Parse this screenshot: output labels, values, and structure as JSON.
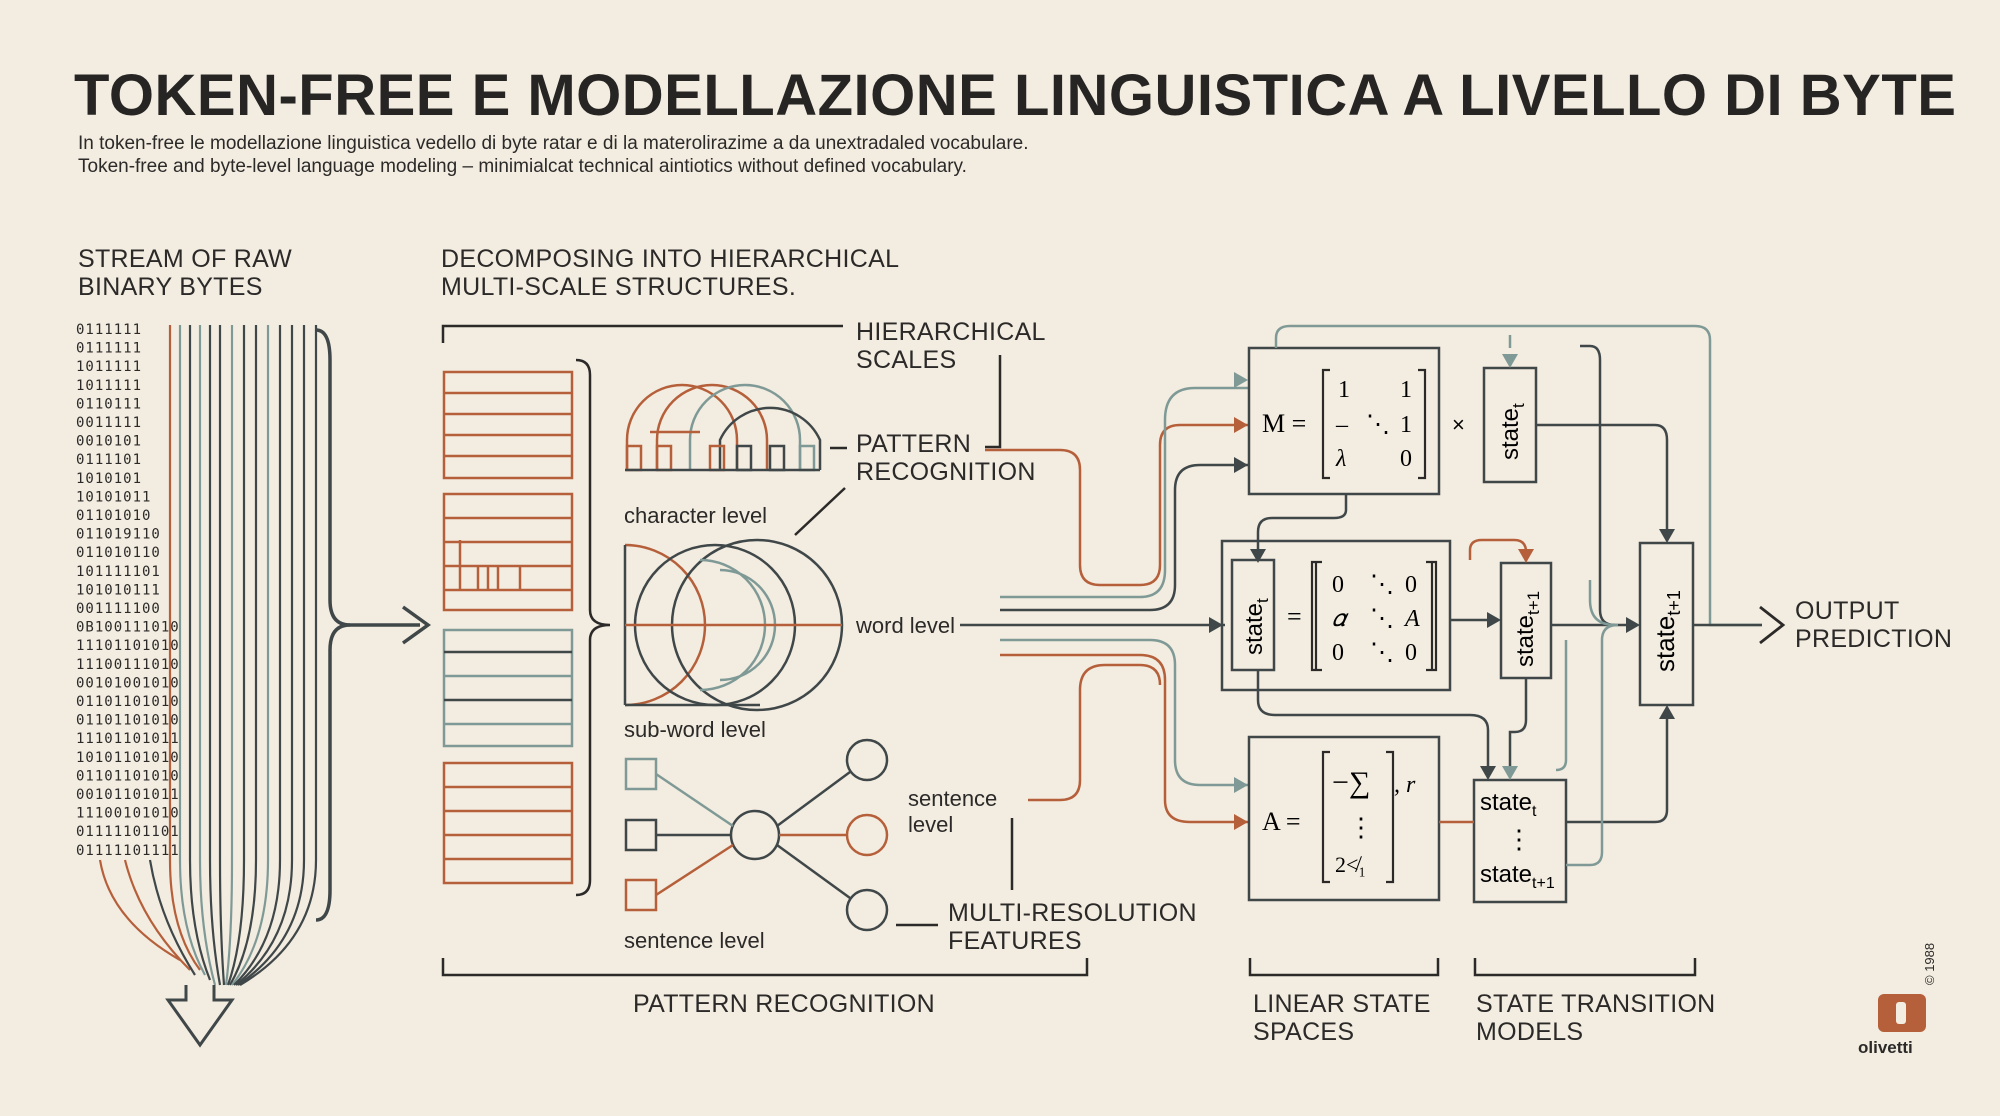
{
  "title": "TOKEN-FREE E MODELLAZIONE LINGUISTICA A LIVELLO DI BYTE",
  "subtitle_it": "In token-free le modellazione linguistica vedello di byte ratar e di la materolirazime a da unextradaled vocabulare.",
  "subtitle_en": "Token-free and byte-level language modeling – minimialcat technical aintiotics without defined vocabulary.",
  "sections": {
    "raw_bytes": "STREAM OF RAW\nBINARY BYTES",
    "decomposing": "DECOMPOSING INTO HIERARCHICAL\nMULTI-SCALE STRUCTURES.",
    "hier_scales": "HIERARCHICAL\nSCALES",
    "pattern_rec": "PATTERN\nRECOGNITION",
    "multi_res": "MULTI-RESOLUTION\nFEATURES",
    "pattern_bottom": "PATTERN RECOGNITION",
    "linear_ss": "LINEAR STATE\nSPACES",
    "state_trans": "STATE TRANSITION\nMODELS",
    "output": "OUTPUT\nPREDICTION"
  },
  "levels": {
    "character": "character level",
    "word": "word level",
    "subword": "sub-word level",
    "sentence_bottom": "sentence level",
    "sentence_right": "sentence\nlevel"
  },
  "bytes": [
    "0111111",
    "0111111",
    "1011111",
    "1011111",
    "0110111",
    "0011111",
    "0010101",
    "0111101",
    "1010101",
    "10101011",
    "01101010",
    "011019110",
    "011010110",
    "101111101",
    "101010111",
    "001111100",
    "0B100111010",
    "11101101010",
    "11100111010",
    "00101001010",
    "01101101010",
    "01101101010",
    "11101101011",
    "10101101010",
    "01101101010",
    "00101101011",
    "11100101010",
    "01111101101",
    "01111101111"
  ],
  "math": {
    "M": "M =",
    "m_r1": [
      "1",
      "1"
    ],
    "m_r2": [
      "–",
      "⋱",
      "1"
    ],
    "m_r3": [
      "λ",
      "0"
    ],
    "times": "×",
    "state_t": "state",
    "sub_t": "t",
    "equals": "=",
    "s_r1": [
      "0",
      "⋱",
      "0"
    ],
    "s_r2": [
      "𝛼",
      "⋱",
      "A"
    ],
    "s_r3": [
      "0",
      "⋱",
      "0"
    ],
    "state_t1": "state",
    "sub_t1": "t+1",
    "A": "A =",
    "a_r1": "−∑",
    "a_r1b": ", r",
    "a_r2": "⋮",
    "a_r3": "2≮₁",
    "st_a": "state",
    "st_a_sub": "t",
    "st_dots": "⋮",
    "st_b": "state",
    "st_b_sub": "t+1"
  },
  "brand": "olivetti",
  "copyright": "© 1988",
  "colors": {
    "rust": "#b5603a",
    "slate": "#3f4749",
    "sage": "#7f9a96",
    "bg": "#f3ece0"
  }
}
